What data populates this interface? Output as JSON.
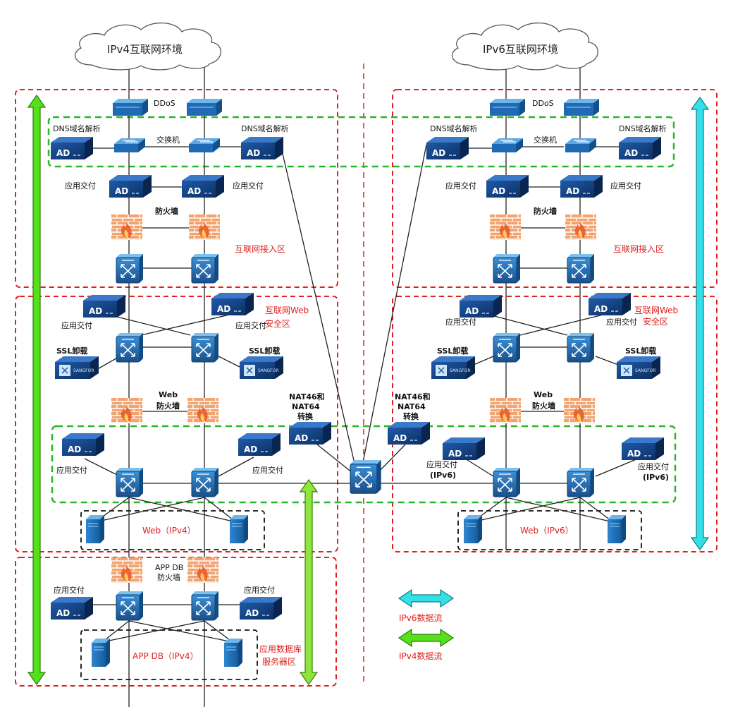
{
  "colors": {
    "zone_border": "#e0201c",
    "dns_group_border": "#2bb52b",
    "server_group_border": "#111111",
    "ipv6_arrow": "#33e0e8",
    "ipv4_arrow": "#55e01a",
    "device_blue": "#1f5f9c",
    "firewall": "#f0a070"
  },
  "clouds": {
    "ipv4": "IPv4互联网环境",
    "ipv6": "IPv6互联网环境"
  },
  "left": {
    "ddos": "DDoS",
    "dns_left": "DNS域名解析",
    "dns_right": "DNS域名解析",
    "switch": "交换机",
    "app_delivery_1": "应用交付",
    "app_delivery_2": "应用交付",
    "firewall": "防火墙",
    "zone_access": "互联网接入区",
    "web_ad_1": "应用交付",
    "web_ad_2": "应用交付",
    "zone_web_line1": "互联网Web",
    "zone_web_line2": "安全区",
    "ssl_left": "SSL卸载",
    "ssl_right": "SSL卸载",
    "web_fw_line1": "Web",
    "web_fw_line2": "防火墙",
    "inner_ad_1": "应用交付",
    "inner_ad_2": "应用交付",
    "web_group": "Web（IPv4）",
    "appdb_fw_line1": "APP DB",
    "appdb_fw_line2": "防火墙",
    "db_ad_1": "应用交付",
    "db_ad_2": "应用交付",
    "appdb_group": "APP DB（IPv4）",
    "zone_db_line1": "应用数据库",
    "zone_db_line2": "服务器区"
  },
  "right": {
    "ddos": "DDoS",
    "dns_left": "DNS域名解析",
    "dns_right": "DNS域名解析",
    "switch": "交换机",
    "app_delivery_1": "应用交付",
    "app_delivery_2": "应用交付",
    "firewall": "防火墙",
    "zone_access": "互联网接入区",
    "web_ad_1": "应用交付",
    "web_ad_2": "应用交付",
    "zone_web_line1": "互联网Web",
    "zone_web_line2": "安全区",
    "ssl_left": "SSL卸载",
    "ssl_right": "SSL卸载",
    "web_fw_line1": "Web",
    "web_fw_line2": "防火墙",
    "inner_ad_1_line1": "应用交付",
    "inner_ad_1_line2": "(IPv6)",
    "inner_ad_2_line1": "应用交付",
    "inner_ad_2_line2": "(IPv6)",
    "web_group": "Web（IPv6）"
  },
  "nat": {
    "left": [
      "NAT46和",
      "NAT64",
      "转换"
    ],
    "right": [
      "NAT46和",
      "NAT64",
      "转换"
    ]
  },
  "device_text": {
    "ad": "AD"
  },
  "legend": {
    "ipv6": "IPv6数据流",
    "ipv4": "IPv4数据流"
  }
}
